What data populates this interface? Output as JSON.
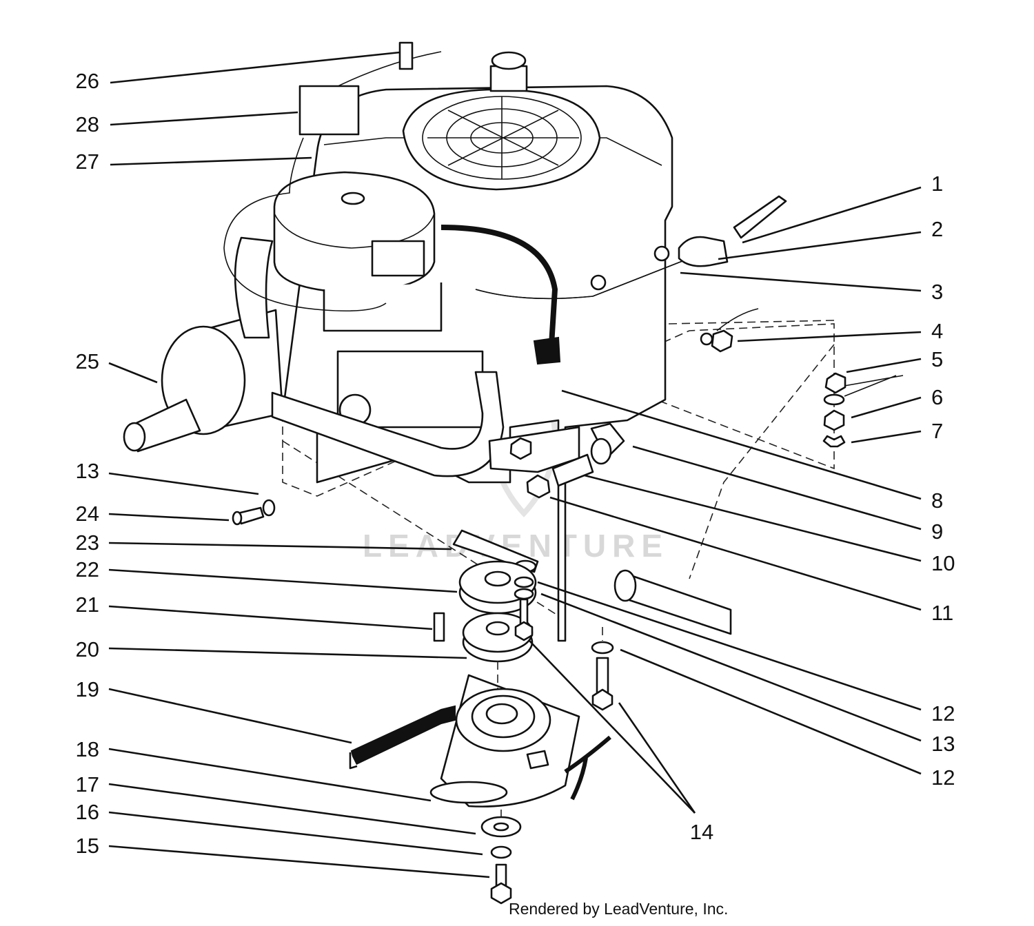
{
  "labels": [
    {
      "id": "26",
      "text": "26"
    },
    {
      "id": "28",
      "text": "28"
    },
    {
      "id": "27",
      "text": "27"
    },
    {
      "id": "25",
      "text": "25"
    },
    {
      "id": "13a",
      "text": "13"
    },
    {
      "id": "24",
      "text": "24"
    },
    {
      "id": "23",
      "text": "23"
    },
    {
      "id": "22",
      "text": "22"
    },
    {
      "id": "21",
      "text": "21"
    },
    {
      "id": "20",
      "text": "20"
    },
    {
      "id": "19",
      "text": "19"
    },
    {
      "id": "18",
      "text": "18"
    },
    {
      "id": "17",
      "text": "17"
    },
    {
      "id": "16",
      "text": "16"
    },
    {
      "id": "15",
      "text": "15"
    },
    {
      "id": "1",
      "text": "1"
    },
    {
      "id": "2",
      "text": "2"
    },
    {
      "id": "3",
      "text": "3"
    },
    {
      "id": "4",
      "text": "4"
    },
    {
      "id": "5",
      "text": "5"
    },
    {
      "id": "6",
      "text": "6"
    },
    {
      "id": "7",
      "text": "7"
    },
    {
      "id": "8",
      "text": "8"
    },
    {
      "id": "9",
      "text": "9"
    },
    {
      "id": "10",
      "text": "10"
    },
    {
      "id": "11",
      "text": "11"
    },
    {
      "id": "12a",
      "text": "12"
    },
    {
      "id": "13b",
      "text": "13"
    },
    {
      "id": "12b",
      "text": "12"
    },
    {
      "id": "14",
      "text": "14"
    }
  ],
  "watermark": "LEADVENTURE",
  "footer": "Rendered by LeadVenture, Inc."
}
